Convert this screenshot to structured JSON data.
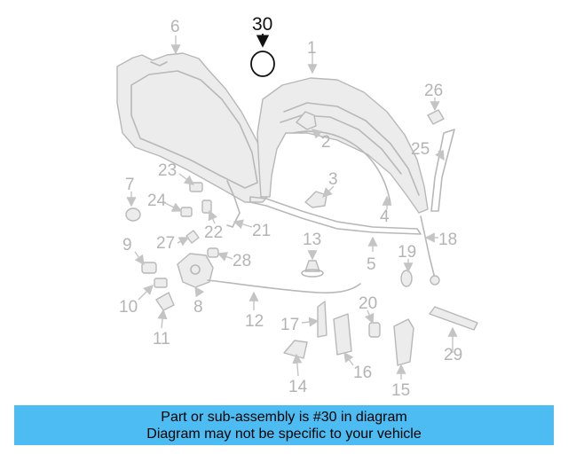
{
  "diagram": {
    "highlighted_part": "30",
    "callouts": [
      "1",
      "2",
      "3",
      "4",
      "5",
      "6",
      "7",
      "8",
      "9",
      "10",
      "11",
      "12",
      "13",
      "14",
      "15",
      "16",
      "17",
      "18",
      "19",
      "20",
      "21",
      "22",
      "23",
      "24",
      "25",
      "26",
      "27",
      "28",
      "29",
      "30"
    ]
  },
  "banner": {
    "line1": "Part or sub-assembly is #30 in diagram",
    "line2": "Diagram may not be specific to your vehicle"
  },
  "colors": {
    "banner_bg": "#4cbcf2",
    "parts_gray": "#b8b8b8",
    "highlight": "#111111"
  }
}
